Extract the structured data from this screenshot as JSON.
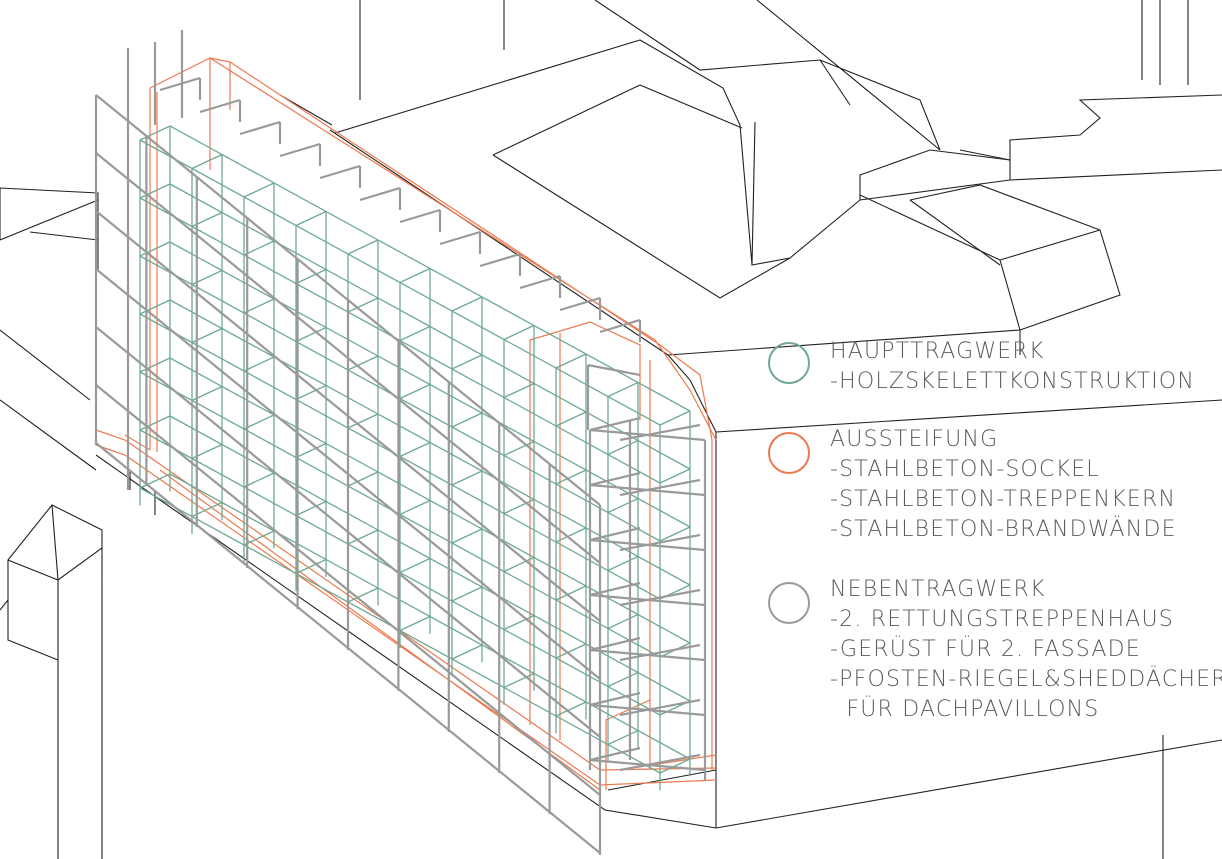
{
  "legend": [
    {
      "key": "haupttragwerk",
      "color": "#6fa992",
      "lines": [
        "HAUPTTRAGWERK",
        "-HOLZSKELETTKONSTRUKTION"
      ]
    },
    {
      "key": "aussteifung",
      "color": "#ec7a50",
      "lines": [
        "AUSSTEIFUNG",
        "-STAHLBETON-SOCKEL",
        "-STAHLBETON-TREPPENKERN",
        "-STAHLBETON-BRANDWÄNDE"
      ]
    },
    {
      "key": "nebentragwerk",
      "color": "#9a9a9a",
      "lines": [
        "NEBENTRAGWERK",
        "-2. RETTUNGSTREPPENHAUS",
        "-GERÜST FÜR 2. FASSADE",
        "-PFOSTEN-RIEGEL&SHEDDÄCHER",
        "  FÜR DACHPAVILLONS"
      ]
    }
  ],
  "colors": {
    "context": "#222222",
    "timber": "#6fa992",
    "concrete": "#ec7a50",
    "steel": "#9a9a9a"
  }
}
